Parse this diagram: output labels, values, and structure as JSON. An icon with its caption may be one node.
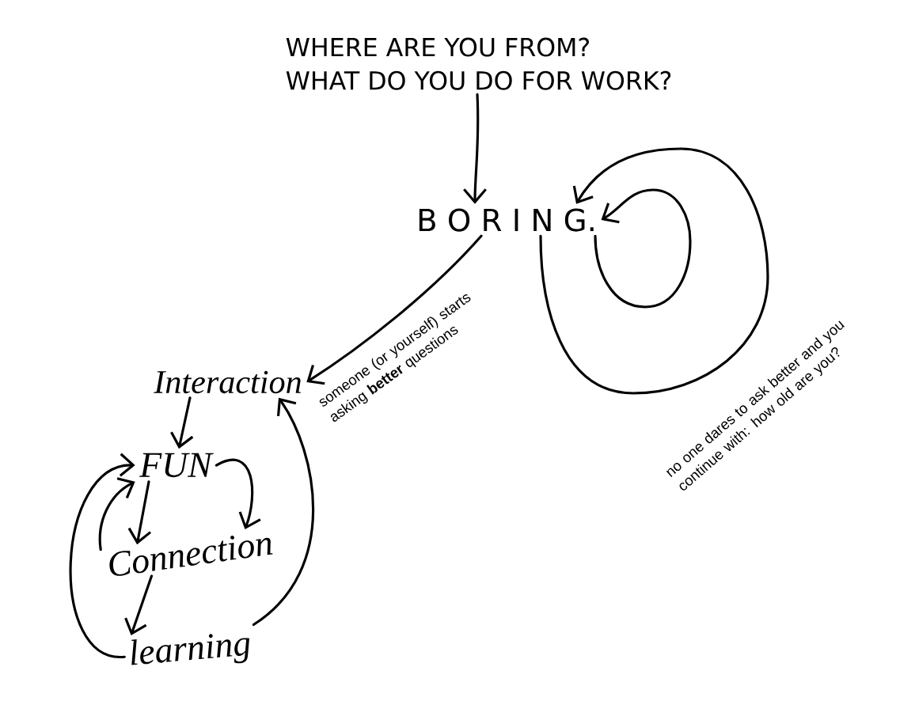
{
  "diagram": {
    "nodes": [
      {
        "text": [
          "WHERE ARE YOU FROM?",
          "WHAT DO YOU DO FOR WORK?"
        ]
      },
      {
        "text": [
          "B O R I N G."
        ]
      },
      {
        "text": [
          "Interaction"
        ]
      },
      {
        "text": [
          "FUN"
        ]
      },
      {
        "text": [
          "Connection"
        ]
      },
      {
        "text": [
          "learning"
        ]
      }
    ],
    "edges": [
      {
        "from": 0,
        "to": 1,
        "arrow": "to"
      },
      {
        "from": 1,
        "to": 2,
        "arrow": "to",
        "label": "someone (or yourself) starts asking **better** questions"
      },
      {
        "from": 2,
        "to": 3,
        "arrow": "to"
      },
      {
        "from": 3,
        "to": 4,
        "arrow": "to"
      },
      {
        "from": 3,
        "to": 4,
        "arrow": "to"
      },
      {
        "from": 4,
        "to": 3,
        "arrow": "to"
      },
      {
        "from": 4,
        "to": 5,
        "arrow": "to"
      },
      {
        "from": 5,
        "to": 3,
        "arrow": "to"
      },
      {
        "from": 5,
        "to": 2,
        "arrow": "to"
      },
      {
        "from": 1,
        "to": 1,
        "arrow": "to",
        "label": "no one dares to ask better and you continue with: how old are you?"
      },
      {
        "from": 1,
        "to": 1,
        "arrow": "to"
      }
    ]
  }
}
